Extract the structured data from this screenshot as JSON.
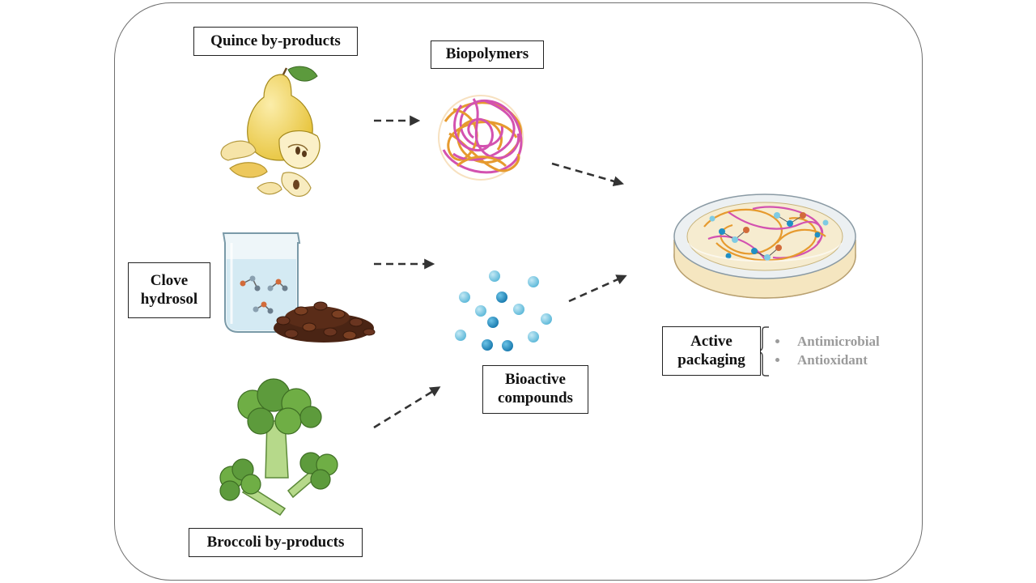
{
  "labels": {
    "quince": "Quince by-products",
    "biopolymers": "Biopolymers",
    "clove_line1": "Clove",
    "clove_line2": "hydrosol",
    "bioactive_line1": "Bioactive",
    "bioactive_line2": "compounds",
    "broccoli": "Broccoli by-products",
    "active_line1": "Active",
    "active_line2": "packaging"
  },
  "properties": [
    "Antimicrobial",
    "Antioxidant"
  ],
  "colors": {
    "frame": "#6f6f6f",
    "arrow": "#333333",
    "property_text": "#9b9b9b",
    "quince": "#f3d860",
    "polymer_orange": "#e69a2e",
    "polymer_pink": "#d352b0",
    "bead_light": "#7fcbe3",
    "bead_dark": "#1f8fc4",
    "broccoli": "#5d9b3c",
    "clove": "#5a2c18"
  }
}
